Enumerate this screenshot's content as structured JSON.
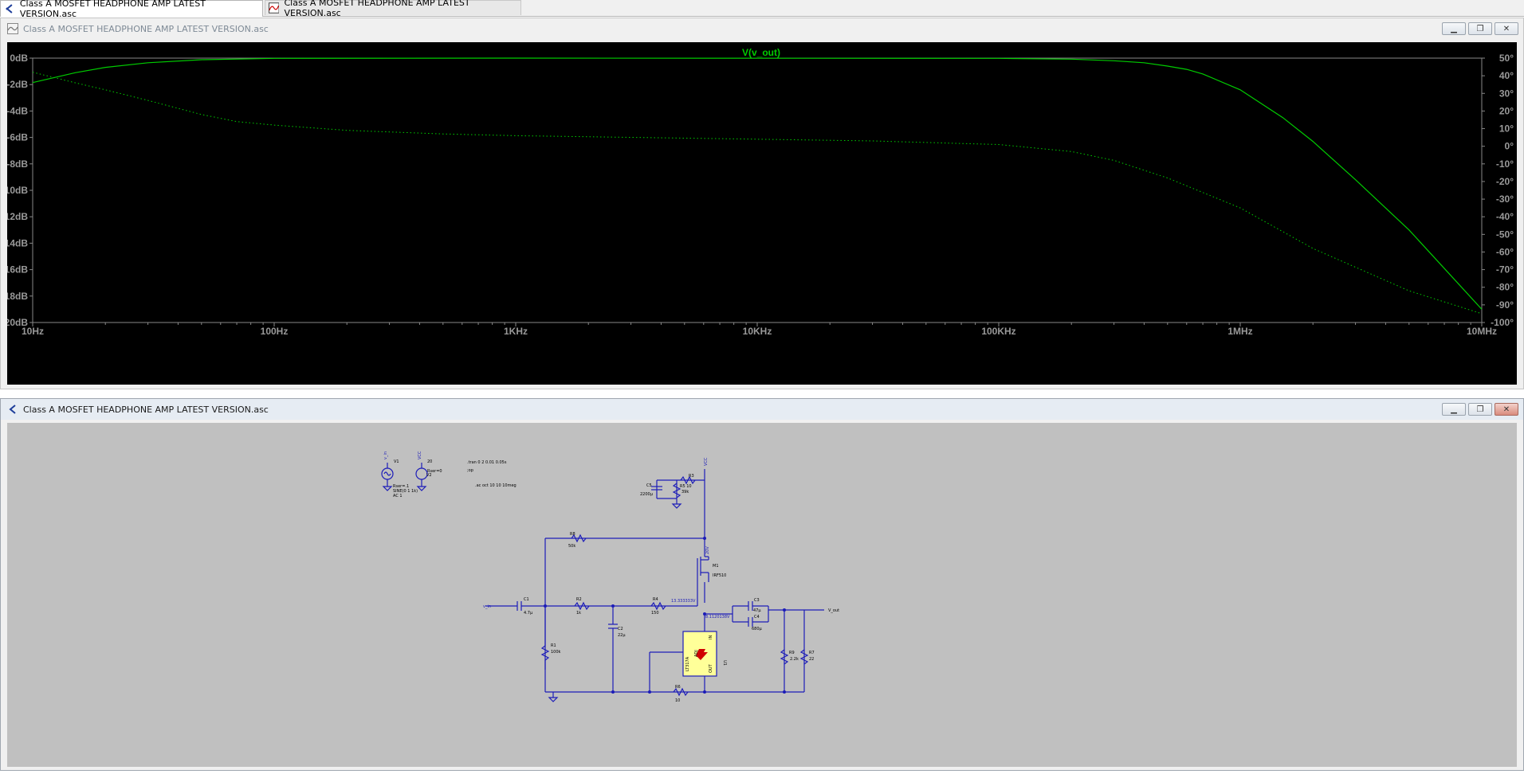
{
  "tabs": [
    {
      "label": "Class A MOSFET HEADPHONE AMP LATEST VERSION.asc",
      "active": true,
      "icon": "schematic-icon"
    },
    {
      "label": "Class A MOSFET HEADPHONE AMP LATEST VERSION.asc",
      "active": false,
      "icon": "waveform-icon"
    }
  ],
  "plot_window": {
    "title": "Class A MOSFET HEADPHONE AMP LATEST VERSION.asc",
    "trace_label": "V(v_out)",
    "trace_color": "#00cc00",
    "background": "#000000"
  },
  "chart_data": {
    "type": "line",
    "title": "V(v_out)",
    "x_scale": "log",
    "xlim": [
      10,
      10000000
    ],
    "x_ticks": [
      "10Hz",
      "100Hz",
      "1KHz",
      "10KHz",
      "100KHz",
      "1MHz",
      "10MHz"
    ],
    "ylim_left": [
      -20,
      0
    ],
    "y_ticks_left": [
      "0dB",
      "-2dB",
      "-4dB",
      "-6dB",
      "-8dB",
      "-10dB",
      "-12dB",
      "-14dB",
      "-16dB",
      "-18dB",
      "-20dB"
    ],
    "ylim_right": [
      -100,
      50
    ],
    "y_ticks_right": [
      "50°",
      "40°",
      "30°",
      "20°",
      "10°",
      "0°",
      "-10°",
      "-20°",
      "-30°",
      "-40°",
      "-50°",
      "-60°",
      "-70°",
      "-80°",
      "-90°",
      "-100°"
    ],
    "series": [
      {
        "name": "V(v_out)",
        "quantity": "magnitude",
        "axis": "left",
        "style": "solid",
        "x": [
          10,
          15,
          20,
          30,
          50,
          100,
          1000,
          100000,
          200000,
          300000,
          400000,
          500000,
          600000,
          700000,
          1000000,
          1500000,
          2000000,
          3000000,
          5000000,
          10000000
        ],
        "y": [
          -1.85,
          -1.1,
          -0.7,
          -0.35,
          -0.12,
          -0.02,
          0,
          -0.02,
          -0.08,
          -0.2,
          -0.35,
          -0.6,
          -0.85,
          -1.2,
          -2.4,
          -4.5,
          -6.3,
          -9.2,
          -13.0,
          -19.0
        ]
      },
      {
        "name": "V(v_out)",
        "quantity": "phase",
        "axis": "right",
        "style": "dotted",
        "x": [
          10,
          15,
          20,
          30,
          50,
          70,
          100,
          200,
          500,
          1000,
          10000,
          30000,
          100000,
          200000,
          300000,
          500000,
          1000000,
          2000000,
          5000000,
          10000000
        ],
        "y": [
          42,
          36,
          32,
          26,
          18,
          14,
          12,
          9,
          7,
          6,
          4,
          3,
          1,
          -3,
          -8,
          -18,
          -35,
          -58,
          -82,
          -95
        ]
      }
    ]
  },
  "schematic_window": {
    "title": "Class A MOSFET HEADPHONE AMP LATEST VERSION.asc",
    "labels": {
      "vin_src": "V1",
      "vin_net": "v_in",
      "vcc_src": "V2",
      "vcc_net": "VCC",
      "vcc_val": "20",
      "rser0": "Rser=0",
      "rser1": "Rser=.1",
      "sine": "SINE(0 1 1k)",
      "ac": "AC 1",
      "tran": ".tran 0 2 0.01 0.05s",
      "op": ";op",
      "accmd": ".ac oct 10 10 10meg",
      "r3": "R3",
      "r5": "R5 10",
      "r5v": "39k",
      "c5": "C5",
      "c5v": "2200µ",
      "vcc_top": "VCC",
      "r8": "R8",
      "r8v": "50k",
      "v20": "20V",
      "m1": "M1",
      "m1v": "IRF510",
      "c1": "C1",
      "c1v": "4.7µ",
      "r2": "R2",
      "r2v": "1k",
      "r4": "R4",
      "r4v": "150",
      "vnode1": "13.333333V",
      "vnode2": "8.1120138V",
      "c3": "C3",
      "c3v": "47µ",
      "c4": "C4",
      "c4v": "680µ",
      "vout": "V_out",
      "r1": "R1",
      "r1v": "100k",
      "c2": "C2",
      "c2v": "22µ",
      "u1": "U1",
      "u1v": "LT317A",
      "u1_in": "IN",
      "u1_adj": "ADJ",
      "u1_out": "OUT",
      "r6": "R6",
      "r6v": "10",
      "r9": "R9",
      "r9v": "2.2k",
      "r7": "R7",
      "r7v": "22"
    }
  },
  "window_buttons": {
    "minimize": "minimize-button",
    "maximize": "maximize-button",
    "close": "close-button"
  }
}
